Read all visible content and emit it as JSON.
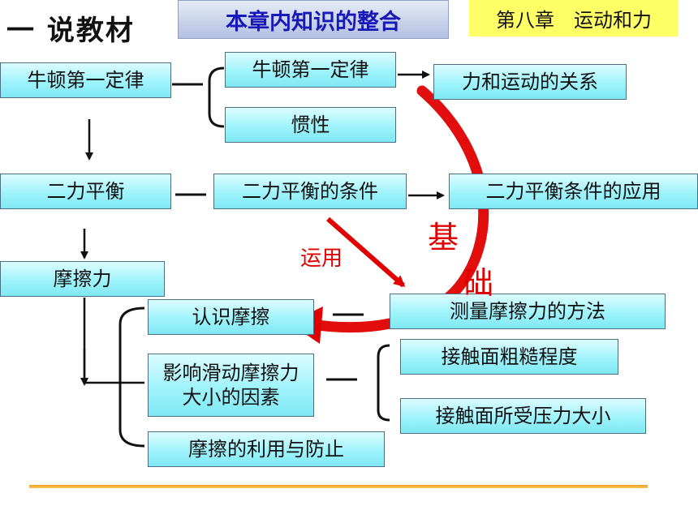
{
  "heading": "一 说教材",
  "banner": "本章内知识的整合",
  "chapter": "第八章　运动和力",
  "nodes": {
    "newton_main": "牛顿第一定律",
    "newton_law": "牛顿第一定律",
    "inertia": "惯性",
    "force_motion": "力和运动的关系",
    "balance": "二力平衡",
    "balance_condition": "二力平衡的条件",
    "balance_application": "二力平衡条件的应用",
    "friction": "摩擦力",
    "know_friction": "认识摩擦",
    "measure_friction": "测量摩擦力的方法",
    "factors": "影响滑动摩擦力大小的因素",
    "roughness": "接触面粗糙程度",
    "pressure": "接触面所受压力大小",
    "use_prevent": "摩擦的利用与防止"
  },
  "annotations": {
    "apply": "运用",
    "base_1": "基",
    "base_2": "础"
  },
  "colors": {
    "box_fill": "#9ff3fb",
    "box_border": "#4d6f86",
    "banner_text": "#1818b8",
    "chapter_fill": "#ffff66",
    "annotation_red": "#e00000",
    "rule_orange": "#f3a21c"
  }
}
